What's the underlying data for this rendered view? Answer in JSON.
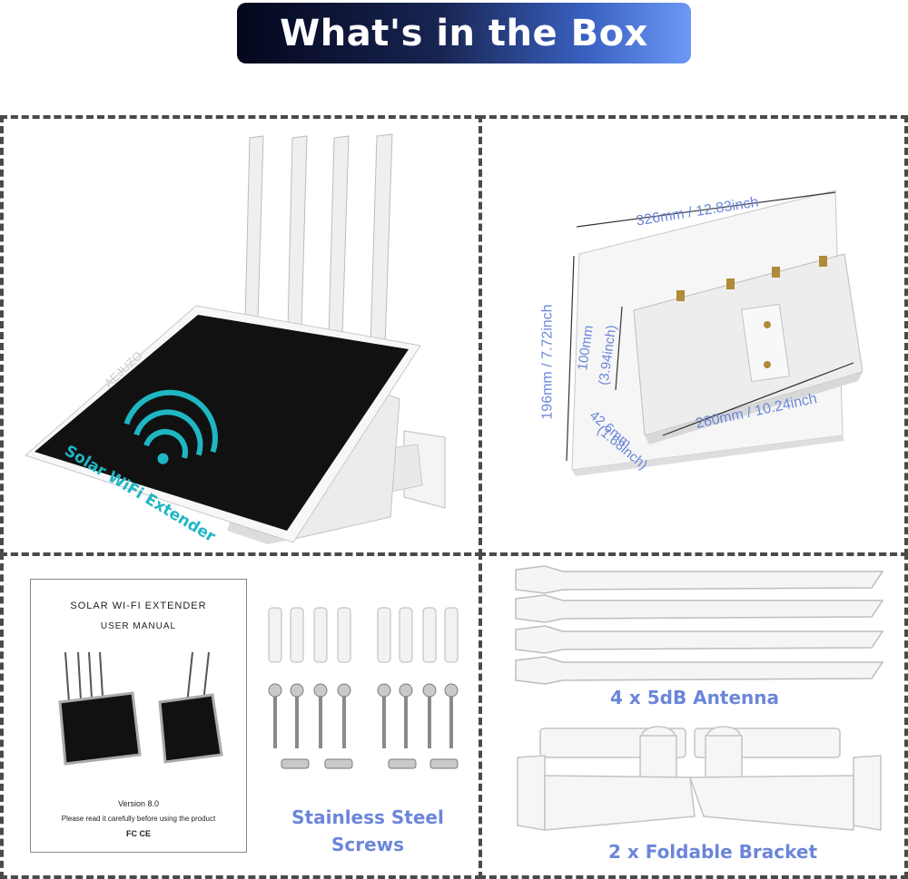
{
  "header": {
    "title": "What's in the Box"
  },
  "product": {
    "brand": "AEJUZO",
    "panel_text": "Solar WiFi Extender"
  },
  "dimensions": {
    "width_panel": "326mm / 12.83inch",
    "height_panel": "196mm / 7.72inch",
    "height_box_mm": "100mm",
    "height_box_in": "(3.94inch)",
    "depth_mm": "42.6mm",
    "depth_in": "(1.68inch)",
    "width_box": "260mm / 10.24inch"
  },
  "manual": {
    "title": "SOLAR WI-FI EXTENDER",
    "subtitle": "USER MANUAL",
    "version": "Version 8.0",
    "note": "Please read it carefully before using the product",
    "certs": "FC CE"
  },
  "items": {
    "screws_line1": "Stainless Steel",
    "screws_line2": "Screws",
    "antenna": "4 x 5dB Antenna",
    "bracket": "2 x Foldable Bracket"
  },
  "colors": {
    "accent": "#6b86d9",
    "header_dark": "#04071c",
    "header_light": "#6d98f5",
    "border": "#4a4a4a"
  }
}
